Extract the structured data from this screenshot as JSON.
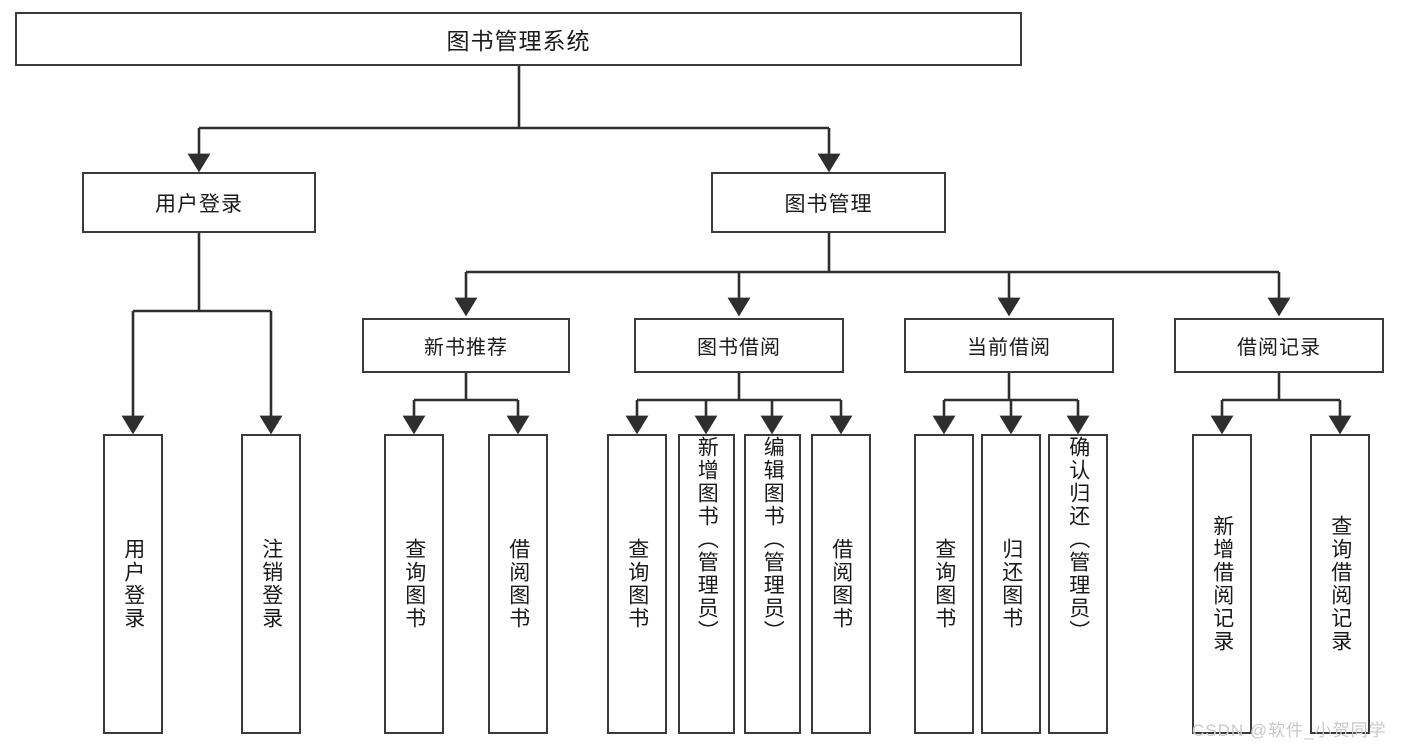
{
  "diagram": {
    "title": "图书管理系统",
    "watermark": "CSDN @软件_小贺同学",
    "line_color": "#3a3a3a",
    "text_color": "#1a1a1a",
    "background": "#ffffff",
    "watermark_color": "#c9c9c9"
  },
  "nodes": {
    "root": {
      "label": "图书管理系统"
    },
    "user_login": {
      "label": "用户登录"
    },
    "book_manage": {
      "label": "图书管理"
    },
    "group_new_books": {
      "label": "新书推荐"
    },
    "group_borrow": {
      "label": "图书借阅"
    },
    "group_current": {
      "label": "当前借阅"
    },
    "group_records": {
      "label": "借阅记录"
    }
  },
  "leaves": {
    "user_login": [
      {
        "label": "用户登录"
      },
      {
        "label": "注销登录"
      }
    ],
    "new_books": [
      {
        "label": "查询图书"
      },
      {
        "label": "借阅图书"
      }
    ],
    "borrow": [
      {
        "label": "查询图书"
      },
      {
        "label": "新增图书（管理员）"
      },
      {
        "label": "编辑图书（管理员）"
      },
      {
        "label": "借阅图书"
      }
    ],
    "current": [
      {
        "label": "查询图书"
      },
      {
        "label": "归还图书"
      },
      {
        "label": "确认归还（管理员）"
      }
    ],
    "records": [
      {
        "label": "新增借阅记录"
      },
      {
        "label": "查询借阅记录"
      }
    ]
  }
}
